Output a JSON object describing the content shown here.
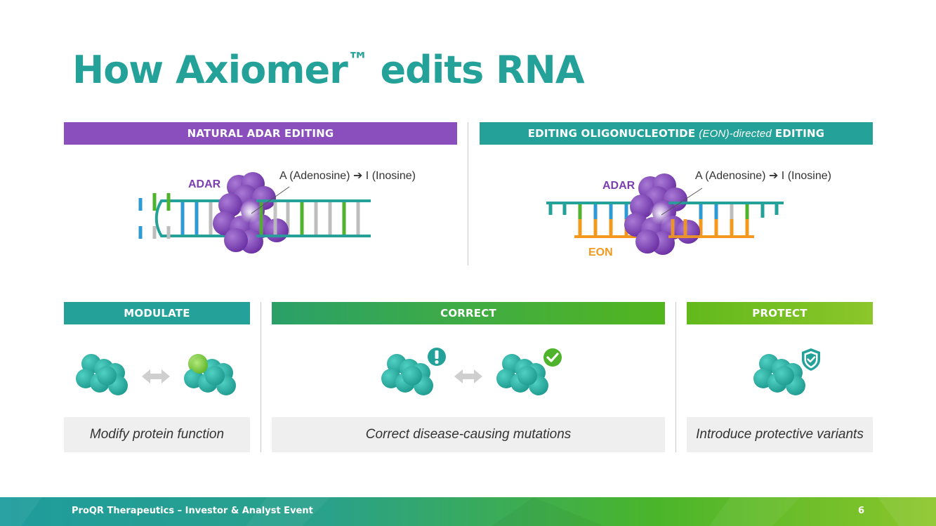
{
  "title_main": "How Axiomer",
  "title_tm": "™",
  "title_rest": " edits RNA",
  "panels": {
    "natural": {
      "header": "NATURAL ADAR EDITING",
      "adar_label": "ADAR",
      "conversion": "A (Adenosine) ➔ I (Inosine)"
    },
    "eon": {
      "header_bold1": "EDITING OLIGONUCLEOTIDE",
      "header_italic": "(EON)-directed",
      "header_bold2": "EDITING",
      "adar_label": "ADAR",
      "eon_label": "EON",
      "conversion": "A (Adenosine) ➔ I (Inosine)"
    }
  },
  "sections": {
    "modulate": {
      "header": "MODULATE",
      "caption": "Modify protein function"
    },
    "correct": {
      "header": "CORRECT",
      "caption": "Correct disease-causing mutations"
    },
    "protect": {
      "header": "PROTECT",
      "caption": "Introduce protective variants"
    }
  },
  "footer": {
    "text": "ProQR Therapeutics – Investor & Analyst Event",
    "page": "6"
  },
  "colors": {
    "teal": "#24a29a",
    "purple": "#8a4fbd",
    "green": "#4fb32c",
    "lime": "#8cc62a",
    "eon_orange": "#f39a1e",
    "protein": "#2fb3a6"
  }
}
